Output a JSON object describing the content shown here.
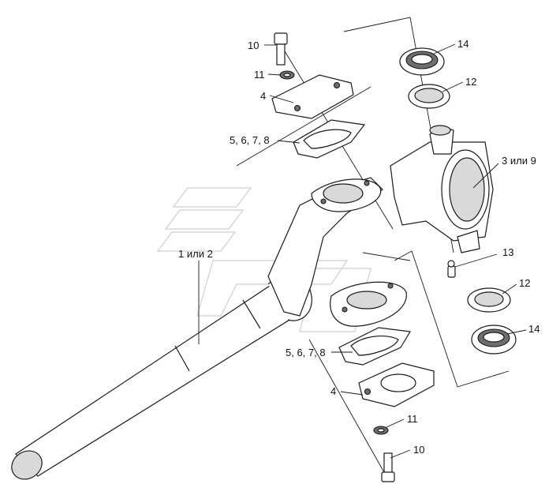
{
  "diagram": {
    "callouts": [
      {
        "id": "c10_top",
        "text": "10"
      },
      {
        "id": "c11_top",
        "text": "11"
      },
      {
        "id": "c4_top",
        "text": "4"
      },
      {
        "id": "c5678_top",
        "text": "5, 6, 7, 8"
      },
      {
        "id": "c14_top",
        "text": "14"
      },
      {
        "id": "c12_top",
        "text": "12"
      },
      {
        "id": "c3or9",
        "text": "3 или 9"
      },
      {
        "id": "c1or2",
        "text": "1 или 2"
      },
      {
        "id": "c13",
        "text": "13"
      },
      {
        "id": "c12_bot",
        "text": "12"
      },
      {
        "id": "c14_bot",
        "text": "14"
      },
      {
        "id": "c5678_bot",
        "text": "5, 6, 7, 8"
      },
      {
        "id": "c4_bot",
        "text": "4"
      },
      {
        "id": "c11_bot",
        "text": "11"
      },
      {
        "id": "c10_bot",
        "text": "10"
      }
    ]
  }
}
